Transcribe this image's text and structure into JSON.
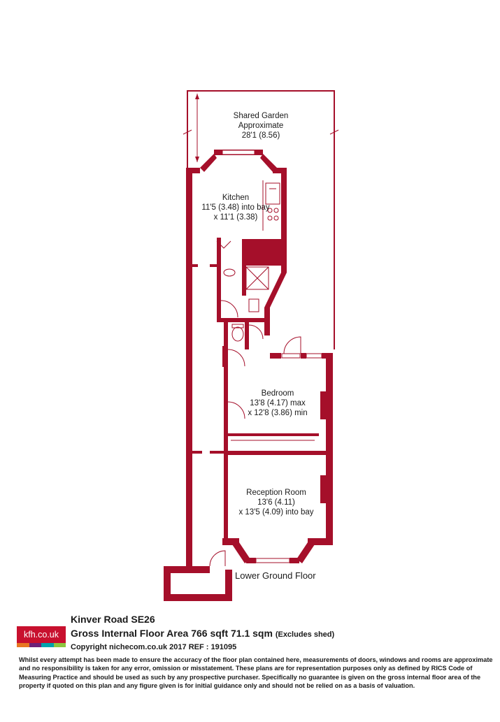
{
  "rooms": {
    "garden": {
      "line1": "Shared Garden",
      "line2": "Approximate",
      "line3": "28'1 (8.56)"
    },
    "kitchen": {
      "line1": "Kitchen",
      "line2": "11'5 (3.48) into bay",
      "line3": "x 11'1 (3.38)"
    },
    "bedroom": {
      "line1": "Bedroom",
      "line2": "13'8 (4.17) max",
      "line3": "x 12'8 (3.86) min"
    },
    "reception": {
      "line1": "Reception Room",
      "line2": "13'6 (4.11)",
      "line3": "x 13'5 (4.09) into bay"
    }
  },
  "floor_label": "Lower Ground Floor",
  "footer": {
    "logo_text": "kfh.co.uk",
    "address": "Kinver Road  SE26",
    "area": "Gross Internal Floor Area 766 sqft 71.1 sqm",
    "area_note": "(Excludes shed)",
    "copyright": "Copyright nichecom.co.uk 2017 REF : 191095",
    "disclaimer": "Whilst every attempt has been made to ensure the accuracy of the floor plan contained here, measurements of doors, windows and rooms are approximate and no responsibility is taken for any error, omission or misstatement.  These plans are for representation purposes only as defined by RICS Code of Measuring Practice and should be used as such by any prospective purchaser.  Specifically no guarantee is given on the gross internal floor area of the property if quoted on this plan and any figure given is for initial guidance only and should not be relied on as a basis of valuation."
  },
  "colors": {
    "wall": "#a50f2a",
    "logo_red": "#c8102e",
    "logo_stripe_1": "#e87722",
    "logo_stripe_2": "#6d2077",
    "logo_stripe_3": "#00a3ad",
    "logo_stripe_4": "#8dc63f"
  }
}
